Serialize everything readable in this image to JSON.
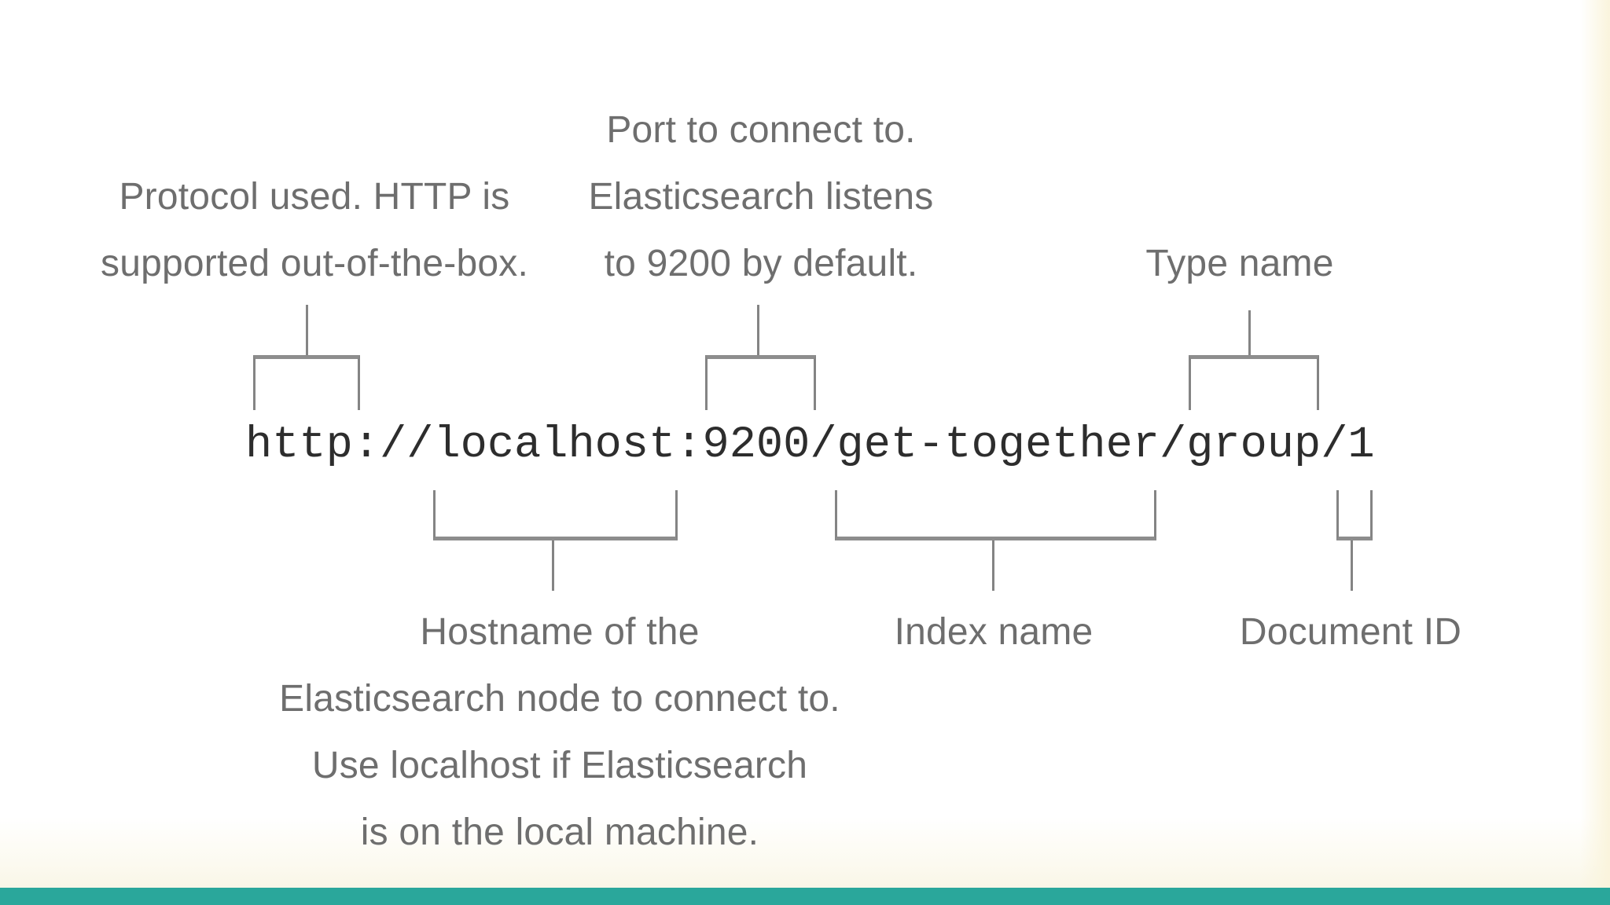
{
  "page": {
    "accent_bar_color": "#2aa79b",
    "edge_tint_color": "#f9f4e2",
    "line_color": "#848484",
    "caption_color": "#6e6e6e",
    "url_text_color": "#2d2d2d"
  },
  "url": {
    "text": "http://localhost:9200/get-together/group/1"
  },
  "annotations": {
    "protocol": {
      "target": "http",
      "lines": [
        "Protocol used. HTTP is",
        "supported out-of-the-box."
      ]
    },
    "port": {
      "target": "9200",
      "lines": [
        "Port to connect to.",
        "Elasticsearch listens",
        "to 9200 by default."
      ]
    },
    "type": {
      "target": "group",
      "lines": [
        "Type name"
      ]
    },
    "hostname": {
      "target": "localhost",
      "lines": [
        "Hostname of the",
        "Elasticsearch node to connect to.",
        "Use localhost if Elasticsearch",
        "is on the local machine."
      ]
    },
    "index": {
      "target": "get-together",
      "lines": [
        "Index name"
      ]
    },
    "document_id": {
      "target": "1",
      "lines": [
        "Document ID"
      ]
    }
  }
}
